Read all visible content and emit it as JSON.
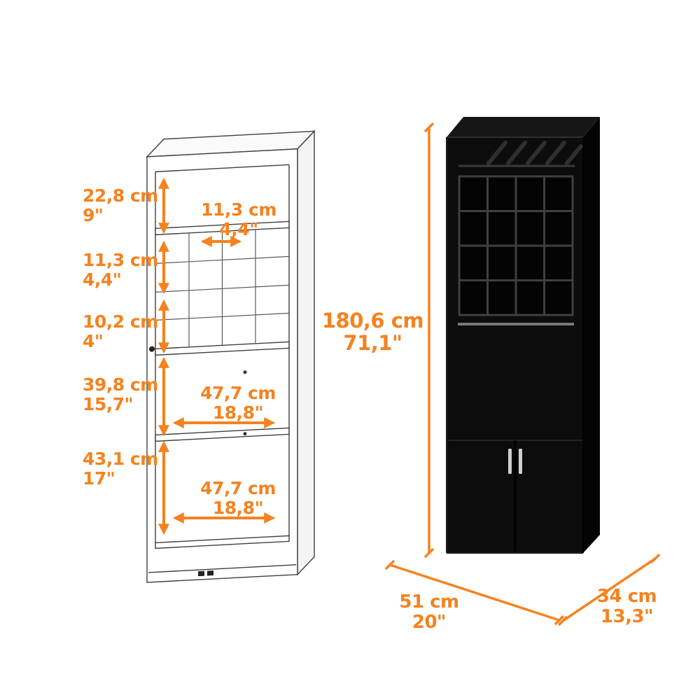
{
  "colors": {
    "accent": "#F5821F",
    "cabinet_front": "#0c0c0c",
    "cabinet_top": "#161616",
    "cabinet_side": "#030303",
    "wireframe_line": "#3e3e3e"
  },
  "left_diagram": {
    "description": "wireframe-cabinet-with-internal-dimensions",
    "labels": [
      {
        "id": "top-section-height",
        "cm": "22,8 cm",
        "in": "9\""
      },
      {
        "id": "cube-width",
        "cm": "11,3 cm",
        "in": "4,4\""
      },
      {
        "id": "cube-height",
        "cm": "11,3 cm",
        "in": "4,4\""
      },
      {
        "id": "cube-row-height",
        "cm": "10,2 cm",
        "in": "4\""
      },
      {
        "id": "middle-section-height",
        "cm": "39,8 cm",
        "in": "15,7\""
      },
      {
        "id": "middle-interior-width",
        "cm": "47,7 cm",
        "in": "18,8\""
      },
      {
        "id": "bottom-section-height",
        "cm": "43,1 cm",
        "in": "17\""
      },
      {
        "id": "bottom-interior-width",
        "cm": "47,7 cm",
        "in": "18,8\""
      }
    ]
  },
  "right_diagram": {
    "description": "rendered-black-bar-cabinet-with-overall-dimensions",
    "labels": [
      {
        "id": "overall-height",
        "cm": "180,6 cm",
        "in": "71,1\""
      },
      {
        "id": "overall-width",
        "cm": "51 cm",
        "in": "20\""
      },
      {
        "id": "overall-depth",
        "cm": "34 cm",
        "in": "13,3\""
      }
    ]
  }
}
